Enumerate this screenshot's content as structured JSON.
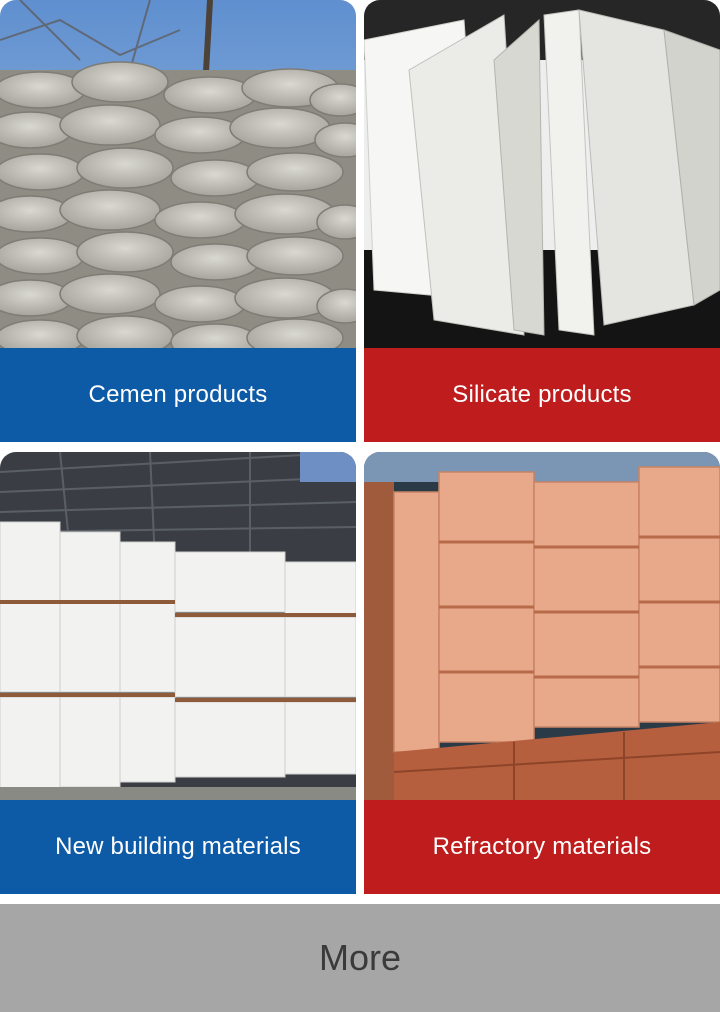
{
  "cards": [
    {
      "label": "Cemen products",
      "color": "#0d5aa6",
      "image": "cement-bags-photo"
    },
    {
      "label": "Silicate products",
      "color": "#bf1d1d",
      "image": "silicate-boards-photo"
    },
    {
      "label": "New building materials",
      "color": "#0d5aa6",
      "image": "aerated-blocks-photo"
    },
    {
      "label": "Refractory materials",
      "color": "#bf1d1d",
      "image": "refractory-bricks-photo"
    }
  ],
  "more_label": "More"
}
